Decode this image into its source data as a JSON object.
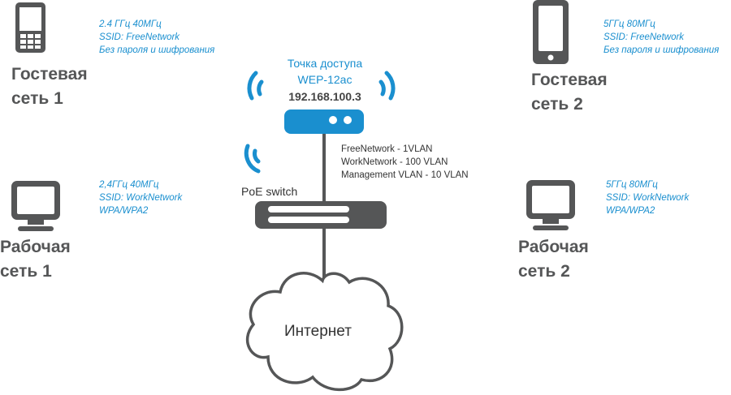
{
  "colors": {
    "accent": "#1a8fcf",
    "device_gray": "#555657",
    "text_dark": "#333333"
  },
  "access_point": {
    "title_line1": "Точка доступа",
    "title_line2": "WEP-12ac",
    "ip": "192.168.100.3",
    "icon": "access-point-icon"
  },
  "vlans": [
    "FreeNetwork - 1VLAN",
    "WorkNetwork - 100 VLAN",
    "Management VLAN - 10 VLAN"
  ],
  "switch": {
    "label": "PoE switch",
    "icon": "switch-icon"
  },
  "internet": {
    "label": "Интернет",
    "icon": "cloud-icon"
  },
  "nodes": [
    {
      "id": "guest1",
      "icon": "mobile-phone-icon",
      "name_line1": "Гостевая",
      "name_line2": "сеть 1",
      "info": [
        "2.4 ГГц 40МГц",
        "SSID: FreeNetwork",
        "Без пароля и шифрования"
      ]
    },
    {
      "id": "guest2",
      "icon": "tablet-icon",
      "name_line1": "Гостевая",
      "name_line2": "сеть 2",
      "info": [
        "5ГГц 80МГц",
        "SSID: FreeNetwork",
        "Без пароля и шифрования"
      ]
    },
    {
      "id": "work1",
      "icon": "monitor-icon",
      "name_line1": "Рабочая",
      "name_line2": "сеть 1",
      "info": [
        "2,4ГГц 40МГц",
        "SSID: WorkNetwork",
        "WPA/WPA2"
      ]
    },
    {
      "id": "work2",
      "icon": "monitor-icon",
      "name_line1": "Рабочая",
      "name_line2": "сеть 2",
      "info": [
        "5ГГц 80МГц",
        "SSID: WorkNetwork",
        "WPA/WPA2"
      ]
    }
  ]
}
